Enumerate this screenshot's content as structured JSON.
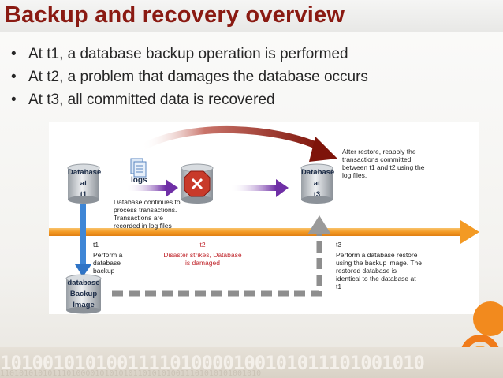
{
  "slide": {
    "title": "Backup and recovery overview",
    "bullets": [
      "At t1, a database backup operation is performed",
      "At t2, a problem that damages the database occurs",
      "At t3, all committed data is recovered"
    ]
  },
  "diagram": {
    "db_t1": [
      "Database",
      "at",
      "t1"
    ],
    "db_t3": [
      "Database",
      "at",
      "t3"
    ],
    "backup_image": [
      "database",
      "Backup",
      "Image"
    ],
    "logs_label": "logs",
    "logs_note": [
      "Database continues to",
      "process transactions.",
      "Transactions are",
      "recorded in log files"
    ],
    "after_restore_note": [
      "After restore, reapply the",
      "transactions committed",
      "between t1 and t2 using the",
      "log files."
    ],
    "t1_label": "t1",
    "t2_label": "t2",
    "t3_label": "t3",
    "t1_note": [
      "Perform a",
      "database",
      "backup"
    ],
    "t2_note": [
      "Disaster strikes, Database",
      "is damaged"
    ],
    "t3_note": [
      "Perform a database restore",
      "using the backup image. The",
      "restored database is",
      "identical to the database at",
      "t1"
    ]
  },
  "footer": {
    "binary_large": "1010010101001111010000100101011101001010",
    "binary_small": "1101010101011101000010101010110101010011101010101001010"
  },
  "colors": {
    "title": "#8a1a12",
    "timeline": "#f39a24",
    "arrow_blue": "#3e86d6",
    "arrow_purple": "#6f2fa6",
    "arrow_red": "#8b1a0e",
    "note_red": "#c0272d"
  }
}
